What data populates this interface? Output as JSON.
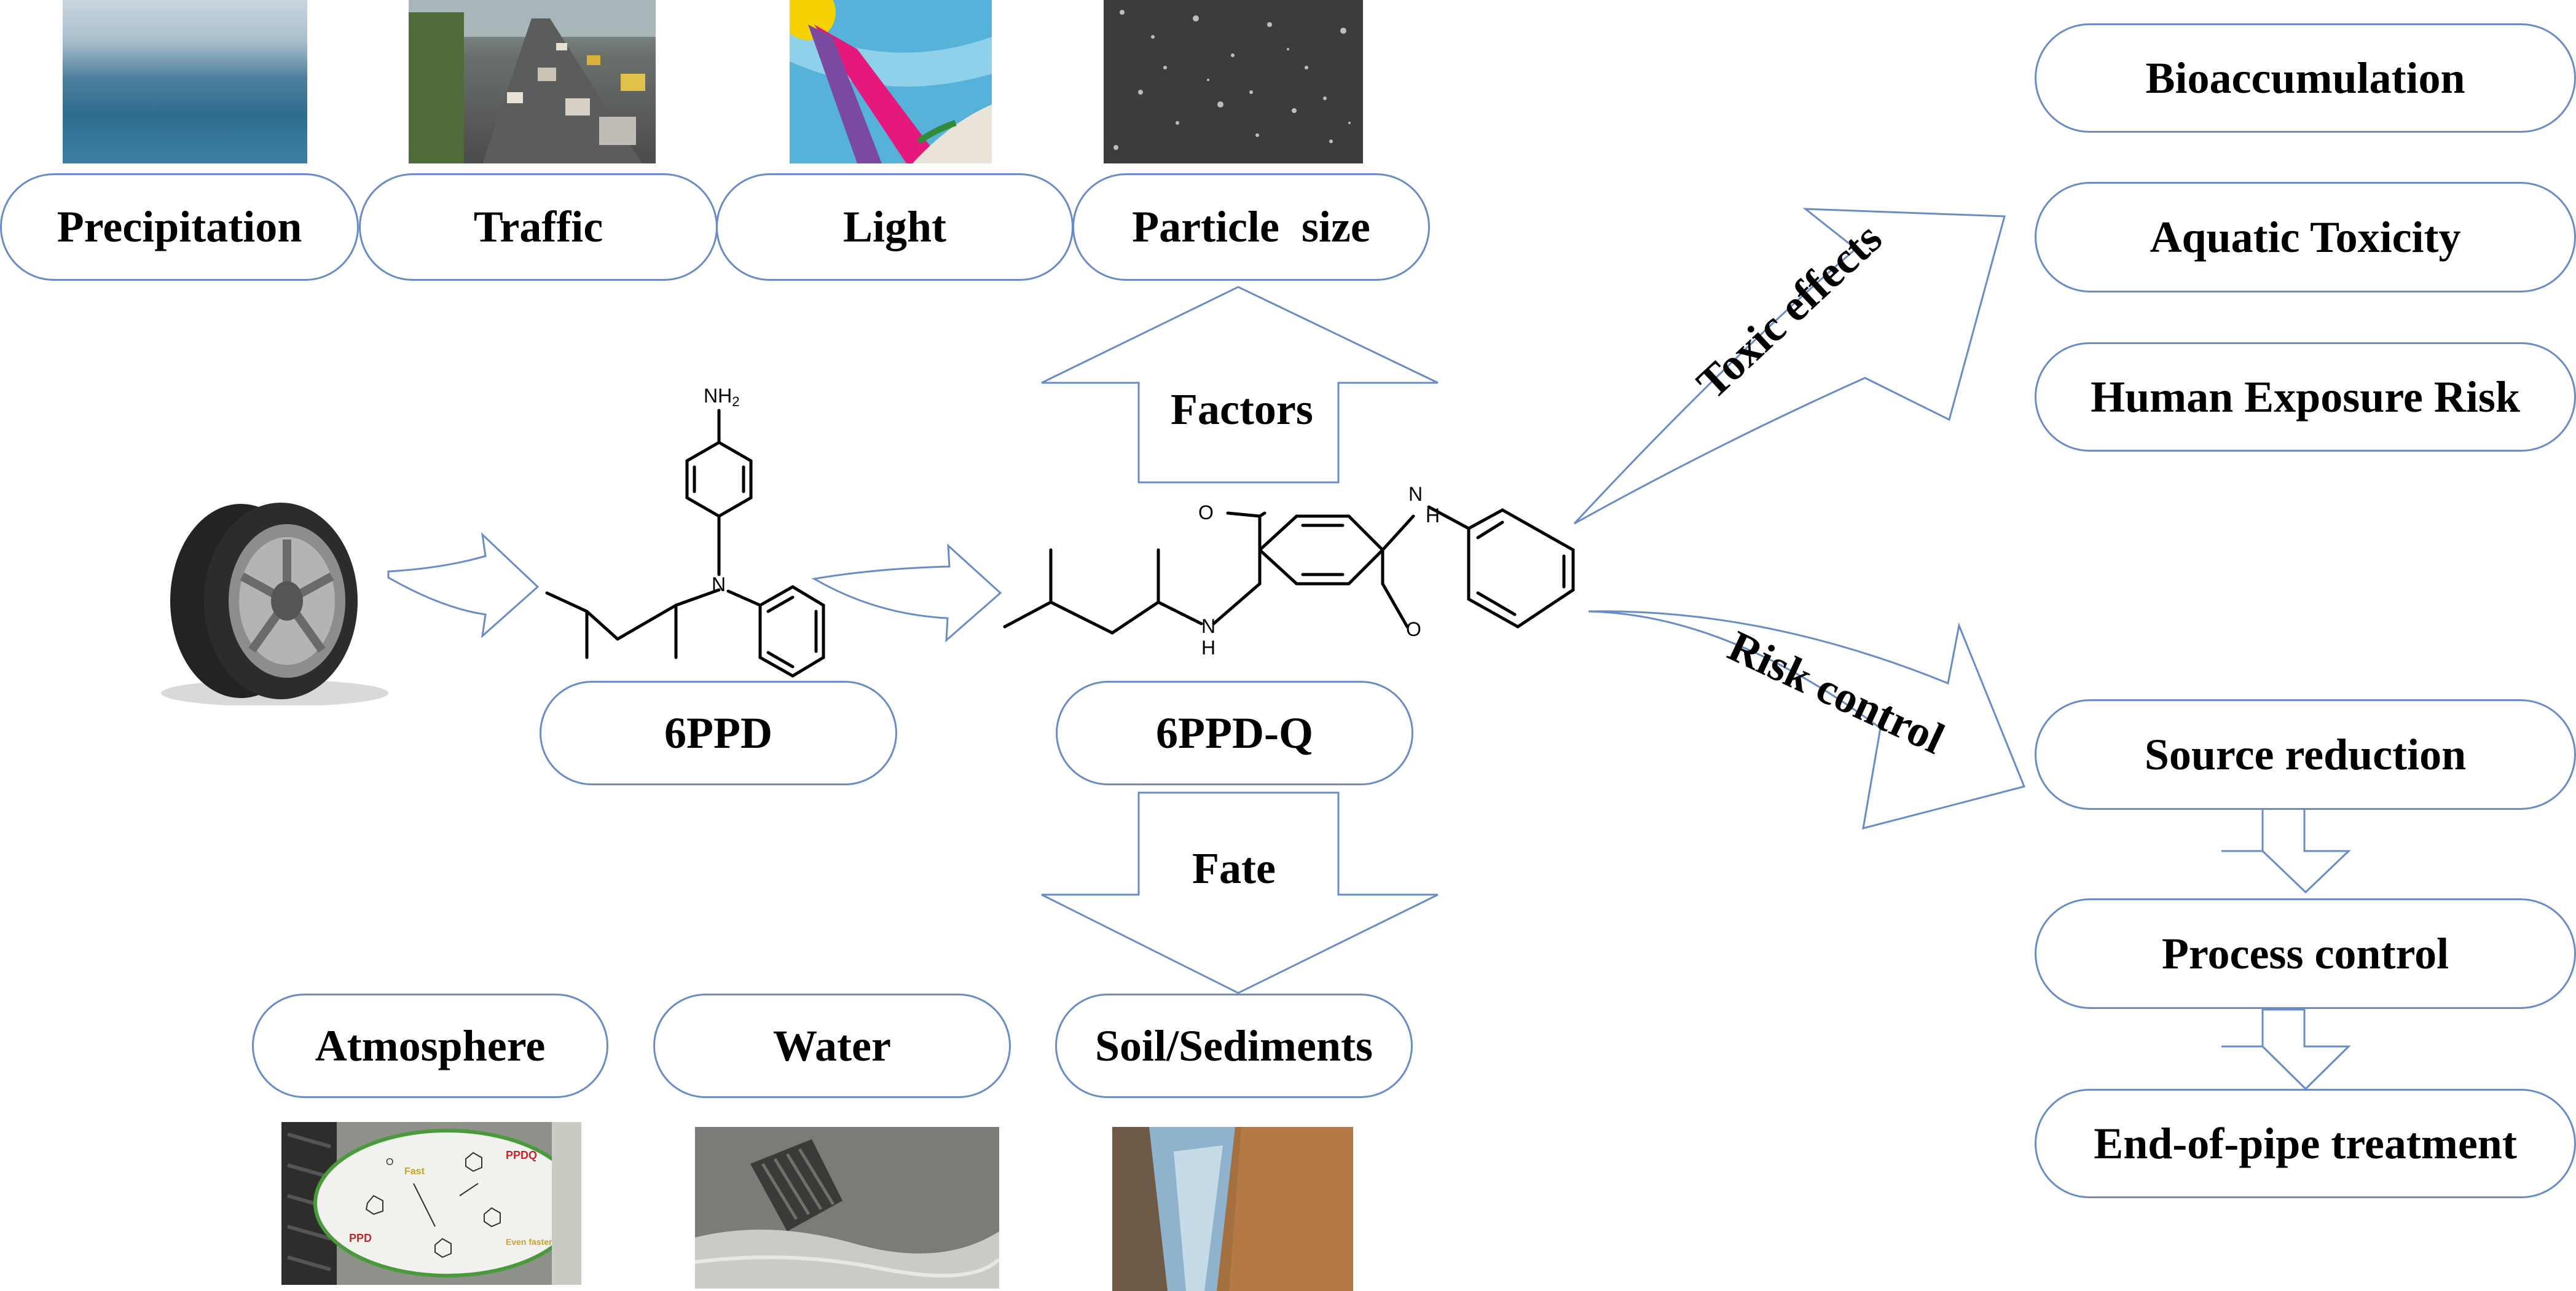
{
  "factors": {
    "precipitation": "Precipitation",
    "traffic": "Traffic",
    "light": "Light",
    "particle_size": "Particle  size"
  },
  "arrows": {
    "factors": "Factors",
    "fate": "Fate",
    "toxic_effects": "Toxic effects",
    "risk_control": "Risk control"
  },
  "compounds": {
    "ppd": "6PPD",
    "ppdq": "6PPD-Q"
  },
  "fate": {
    "atmosphere": "Atmosphere",
    "water": "Water",
    "soil": "Soil/Sediments"
  },
  "toxic": {
    "bioaccumulation": "Bioaccumulation",
    "aquatic": "Aquatic Toxicity",
    "human": "Human Exposure Risk"
  },
  "control": {
    "source": "Source reduction",
    "process": "Process control",
    "end": "End-of-pipe treatment"
  },
  "structure_labels": {
    "nh2": "NH",
    "nh2_sub": "2",
    "n": "N",
    "o": "O",
    "h": "H"
  },
  "inset_labels": {
    "ppdq": "PPDQ",
    "ppd": "PPD",
    "fast": "Fast",
    "o3": "O",
    "even_faster": "Even faster!"
  },
  "colors": {
    "outline": "#6a8cc4",
    "text": "#000000"
  }
}
